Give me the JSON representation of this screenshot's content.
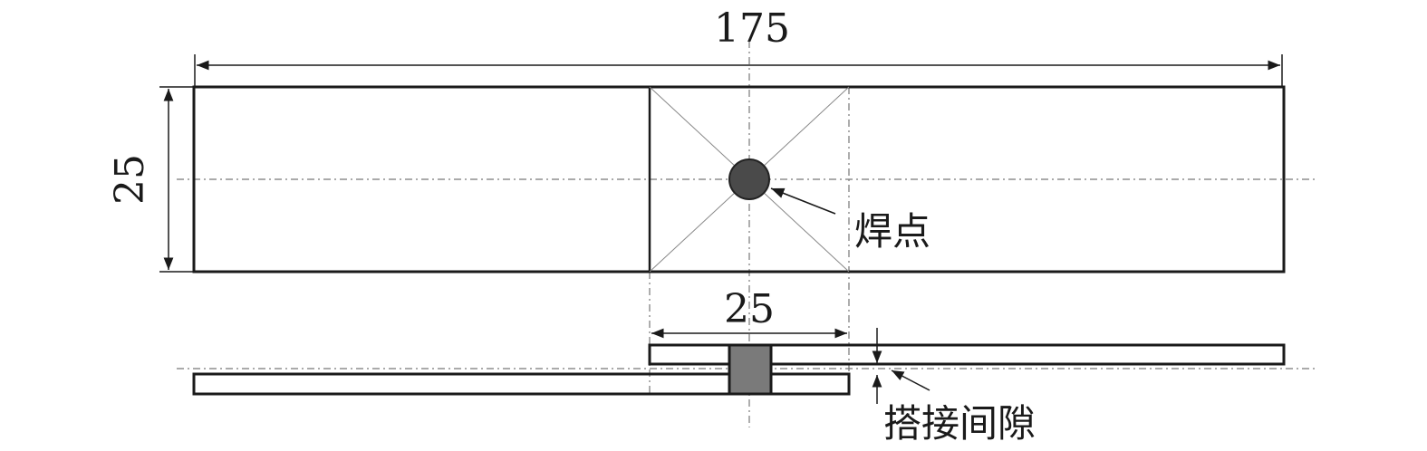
{
  "title": "Spot weld lap joint specimen dimensions",
  "dimensions": {
    "total_length": "175",
    "width": "25",
    "overlap": "25"
  },
  "labels": {
    "weld_spot": "焊点",
    "lap_gap": "搭接间隙"
  },
  "colors": {
    "line": "#1a1a1a",
    "weld_nugget": "#555555",
    "weld_section": "#7a7a7a",
    "center_line": "#777777"
  }
}
